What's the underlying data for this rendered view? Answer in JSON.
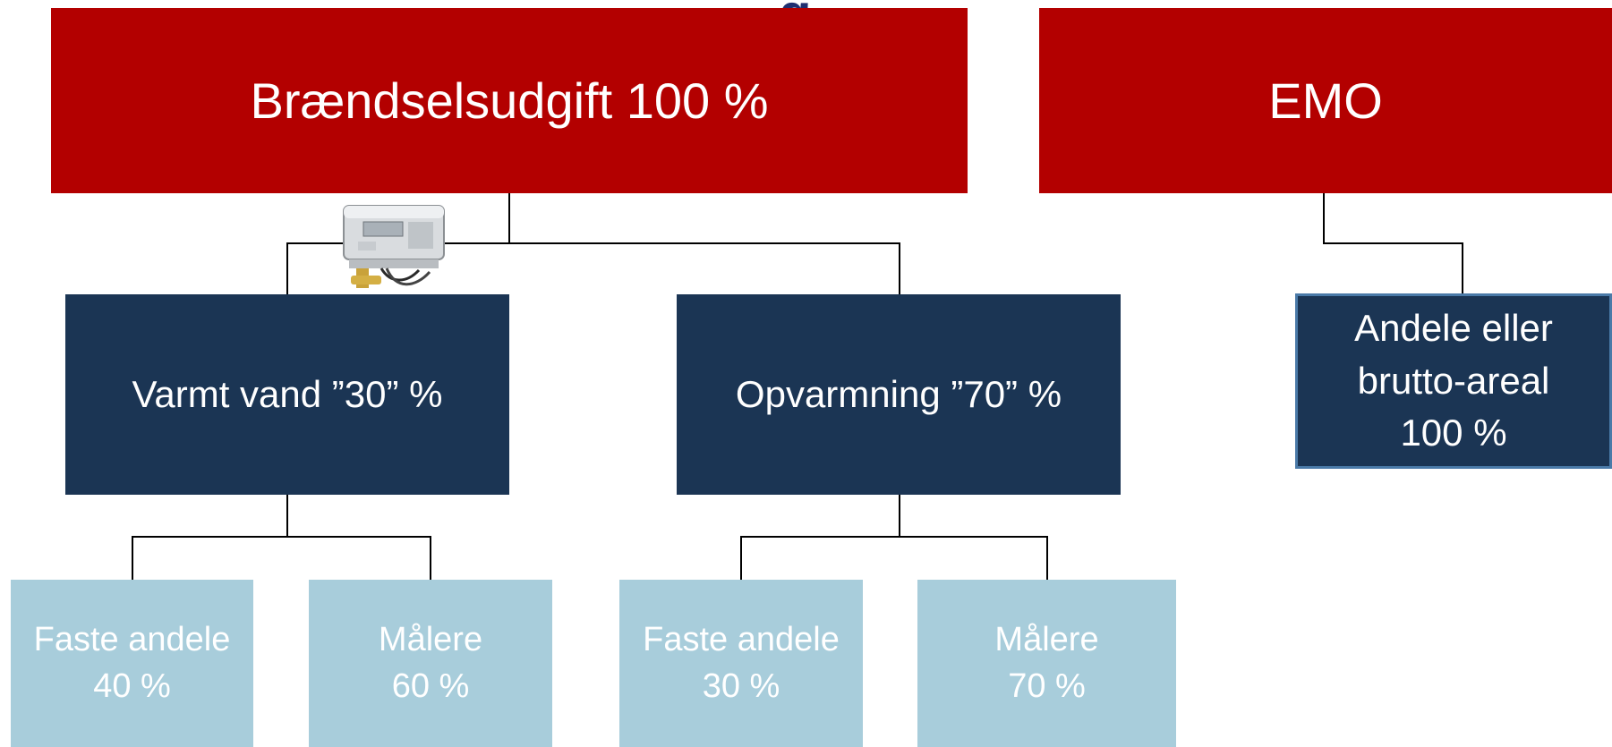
{
  "diagram": {
    "title_fragment": "g",
    "top_left": {
      "label": "Brændselsudgift 100 %"
    },
    "top_right": {
      "label": "EMO"
    },
    "mid_left": {
      "label": "Varmt vand ”30” %"
    },
    "mid_center": {
      "label": "Opvarmning ”70” %"
    },
    "mid_right": {
      "label": "Andele eller\nbrutto-areal\n100 %"
    },
    "leaf_1": {
      "label": "Faste andele\n40 %"
    },
    "leaf_2": {
      "label": "Målere\n60 %"
    },
    "leaf_3": {
      "label": "Faste andele\n30 %"
    },
    "leaf_4": {
      "label": "Målere\n70 %"
    },
    "meter_image": "heat-meter-icon"
  },
  "colors": {
    "red": "#b30000",
    "dark_blue": "#1b3554",
    "light_blue": "#a8cddb",
    "title_blue": "#1f2f70"
  }
}
